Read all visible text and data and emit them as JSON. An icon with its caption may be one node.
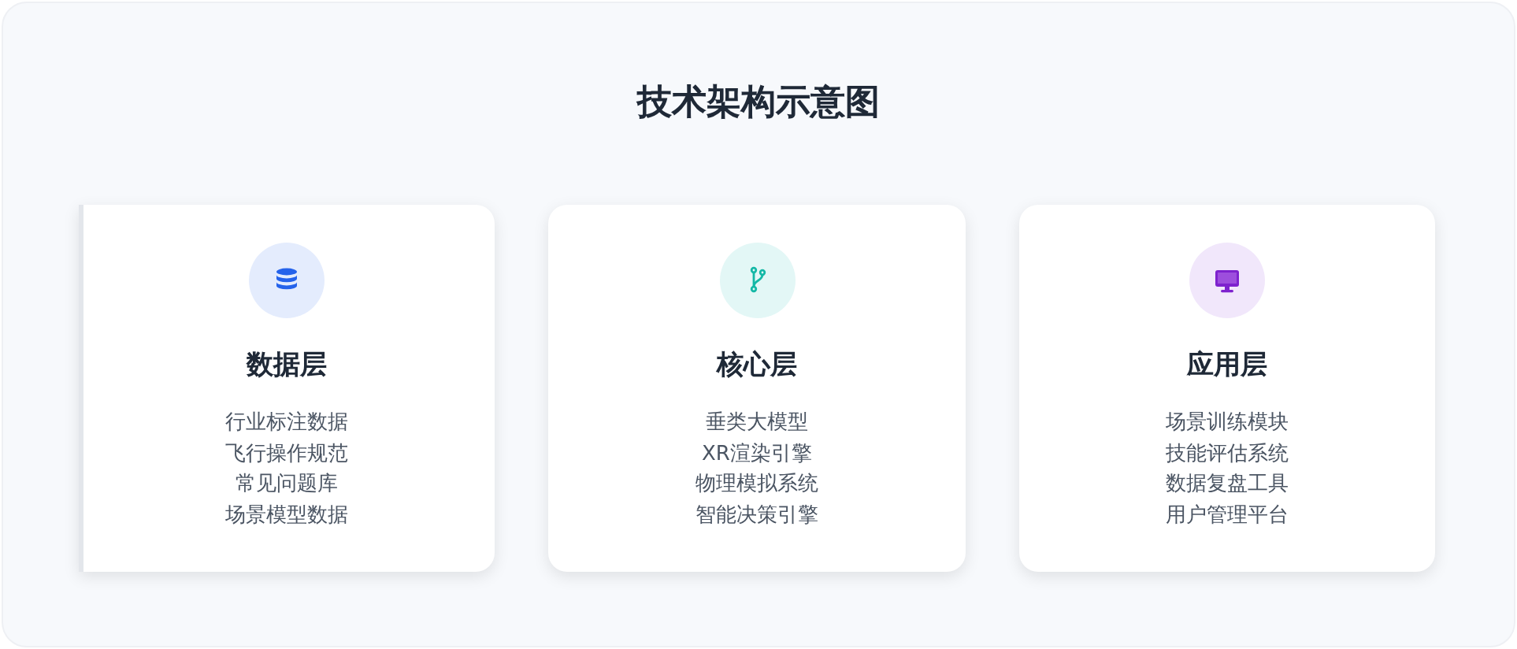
{
  "diagram": {
    "title": "技术架构示意图",
    "nodes": [
      {
        "text": [
          "数据层",
          "行业标注数据",
          "飞行操作规范",
          "常见问题库",
          "场景模型数据"
        ]
      },
      {
        "text": [
          "核心层",
          "垂类大模型",
          "XR渲染引擎",
          "物理模拟系统",
          "智能决策引擎"
        ]
      },
      {
        "text": [
          "应用层",
          "场景训练模块",
          "技能评估系统",
          "数据复盘工具",
          "用户管理平台"
        ]
      }
    ]
  }
}
